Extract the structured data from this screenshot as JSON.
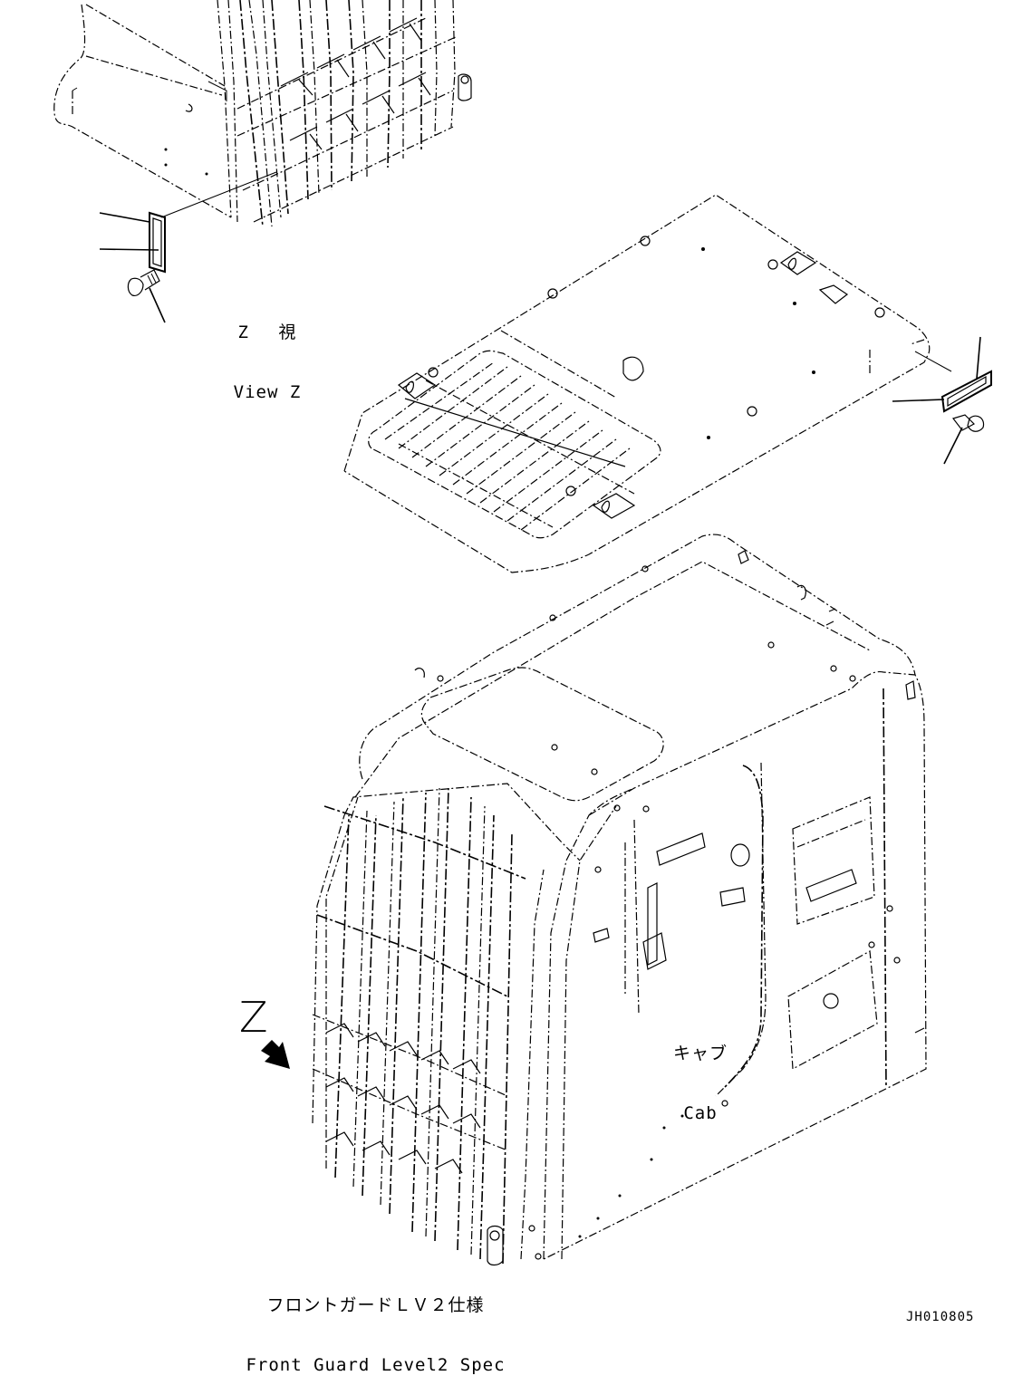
{
  "diagram": {
    "type": "exploded parts illustration",
    "drawing_code": "JH010805",
    "view_z": {
      "label_jp": "Z　 視",
      "label_en": "View Z"
    },
    "cab": {
      "label_jp": "キャブ",
      "label_en": "Cab"
    },
    "front_guard": {
      "label_jp": "フロントガードＬＶ２仕様",
      "label_en": "Front Guard Level2 Spec"
    },
    "view_arrow": {
      "letter": "Z",
      "icon": "view-direction-arrow-icon"
    },
    "components": [
      {
        "name": "front-guard-detail-view-z",
        "region": "top-left"
      },
      {
        "name": "cab-roof-panel",
        "region": "top-center"
      },
      {
        "name": "cab-body",
        "region": "bottom-center"
      },
      {
        "name": "plate-and-bolt-left",
        "region": "left"
      },
      {
        "name": "plate-and-bolt-right",
        "region": "right"
      }
    ],
    "colors": {
      "line": "#000000",
      "background": "#ffffff"
    }
  }
}
